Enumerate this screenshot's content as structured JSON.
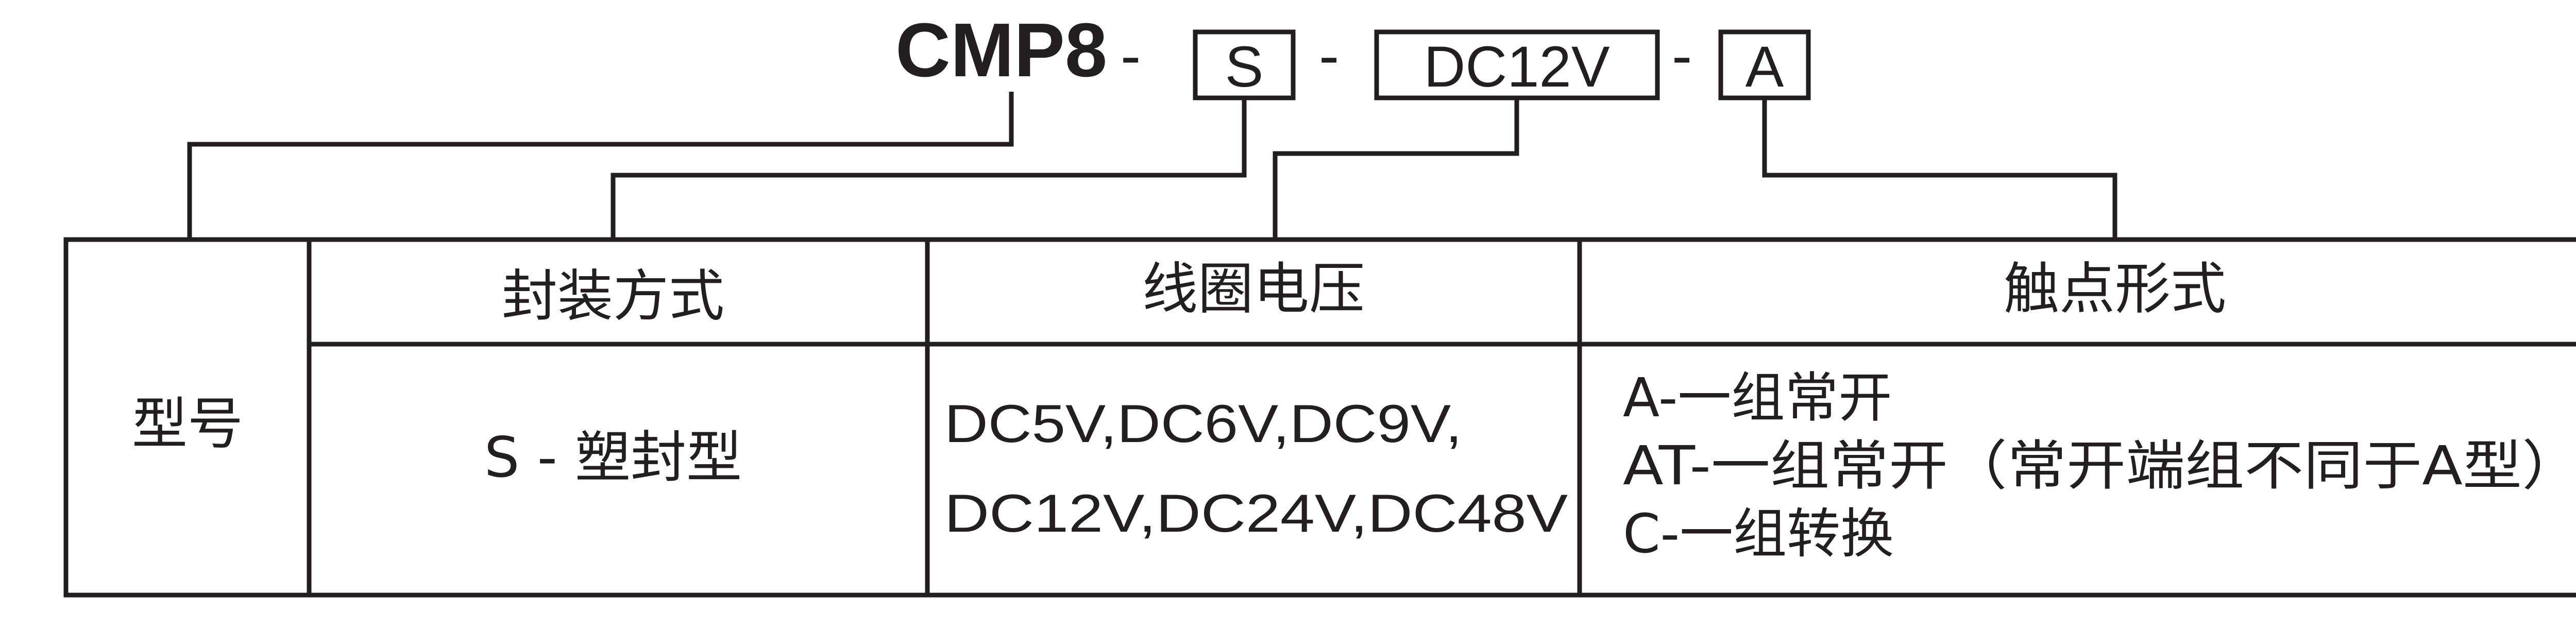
{
  "code": {
    "model": "CMP8",
    "separator": "-",
    "package_code": "S",
    "voltage_code": "DC12V",
    "contact_code": "A"
  },
  "table": {
    "row_header": "型号",
    "headers": [
      "封装方式",
      "线圈电压",
      "触点形式"
    ],
    "package_value": "S - 塑封型",
    "voltage_lines": [
      "DC5V,DC6V,DC9V,",
      "DC12V,DC24V,DC48V"
    ],
    "contact_lines": [
      "A-一组常开",
      "AT-一组常开（常开端组不同于A型）",
      "C-一组转换"
    ]
  }
}
